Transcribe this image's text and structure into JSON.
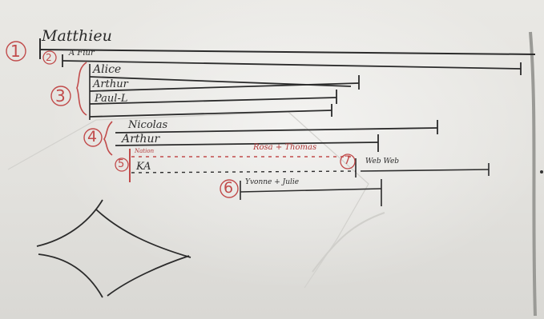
{
  "board": {
    "colors": {
      "background": "#e6e5e1",
      "marker_black": "#2b2b2b",
      "marker_red": "#c14b4b"
    },
    "numbers": {
      "n1": "1",
      "n2": "2",
      "n3": "3",
      "n4": "4",
      "n5": "5",
      "n6": "6",
      "n7": "7"
    },
    "labels": {
      "top_name": "Matthieu",
      "level2": "A Fiur",
      "alice": "Alice",
      "arthur_group3": "Arthur",
      "paul": "Paul-L",
      "nicolas": "Nicolas",
      "arthur_group4": "Arthur",
      "nation": "Nation",
      "rosa_thomas": "Rosa + Thomas",
      "ka": "KA",
      "web_web": "Web Web",
      "yvonne_julie": "Yvonne + Julie"
    }
  }
}
